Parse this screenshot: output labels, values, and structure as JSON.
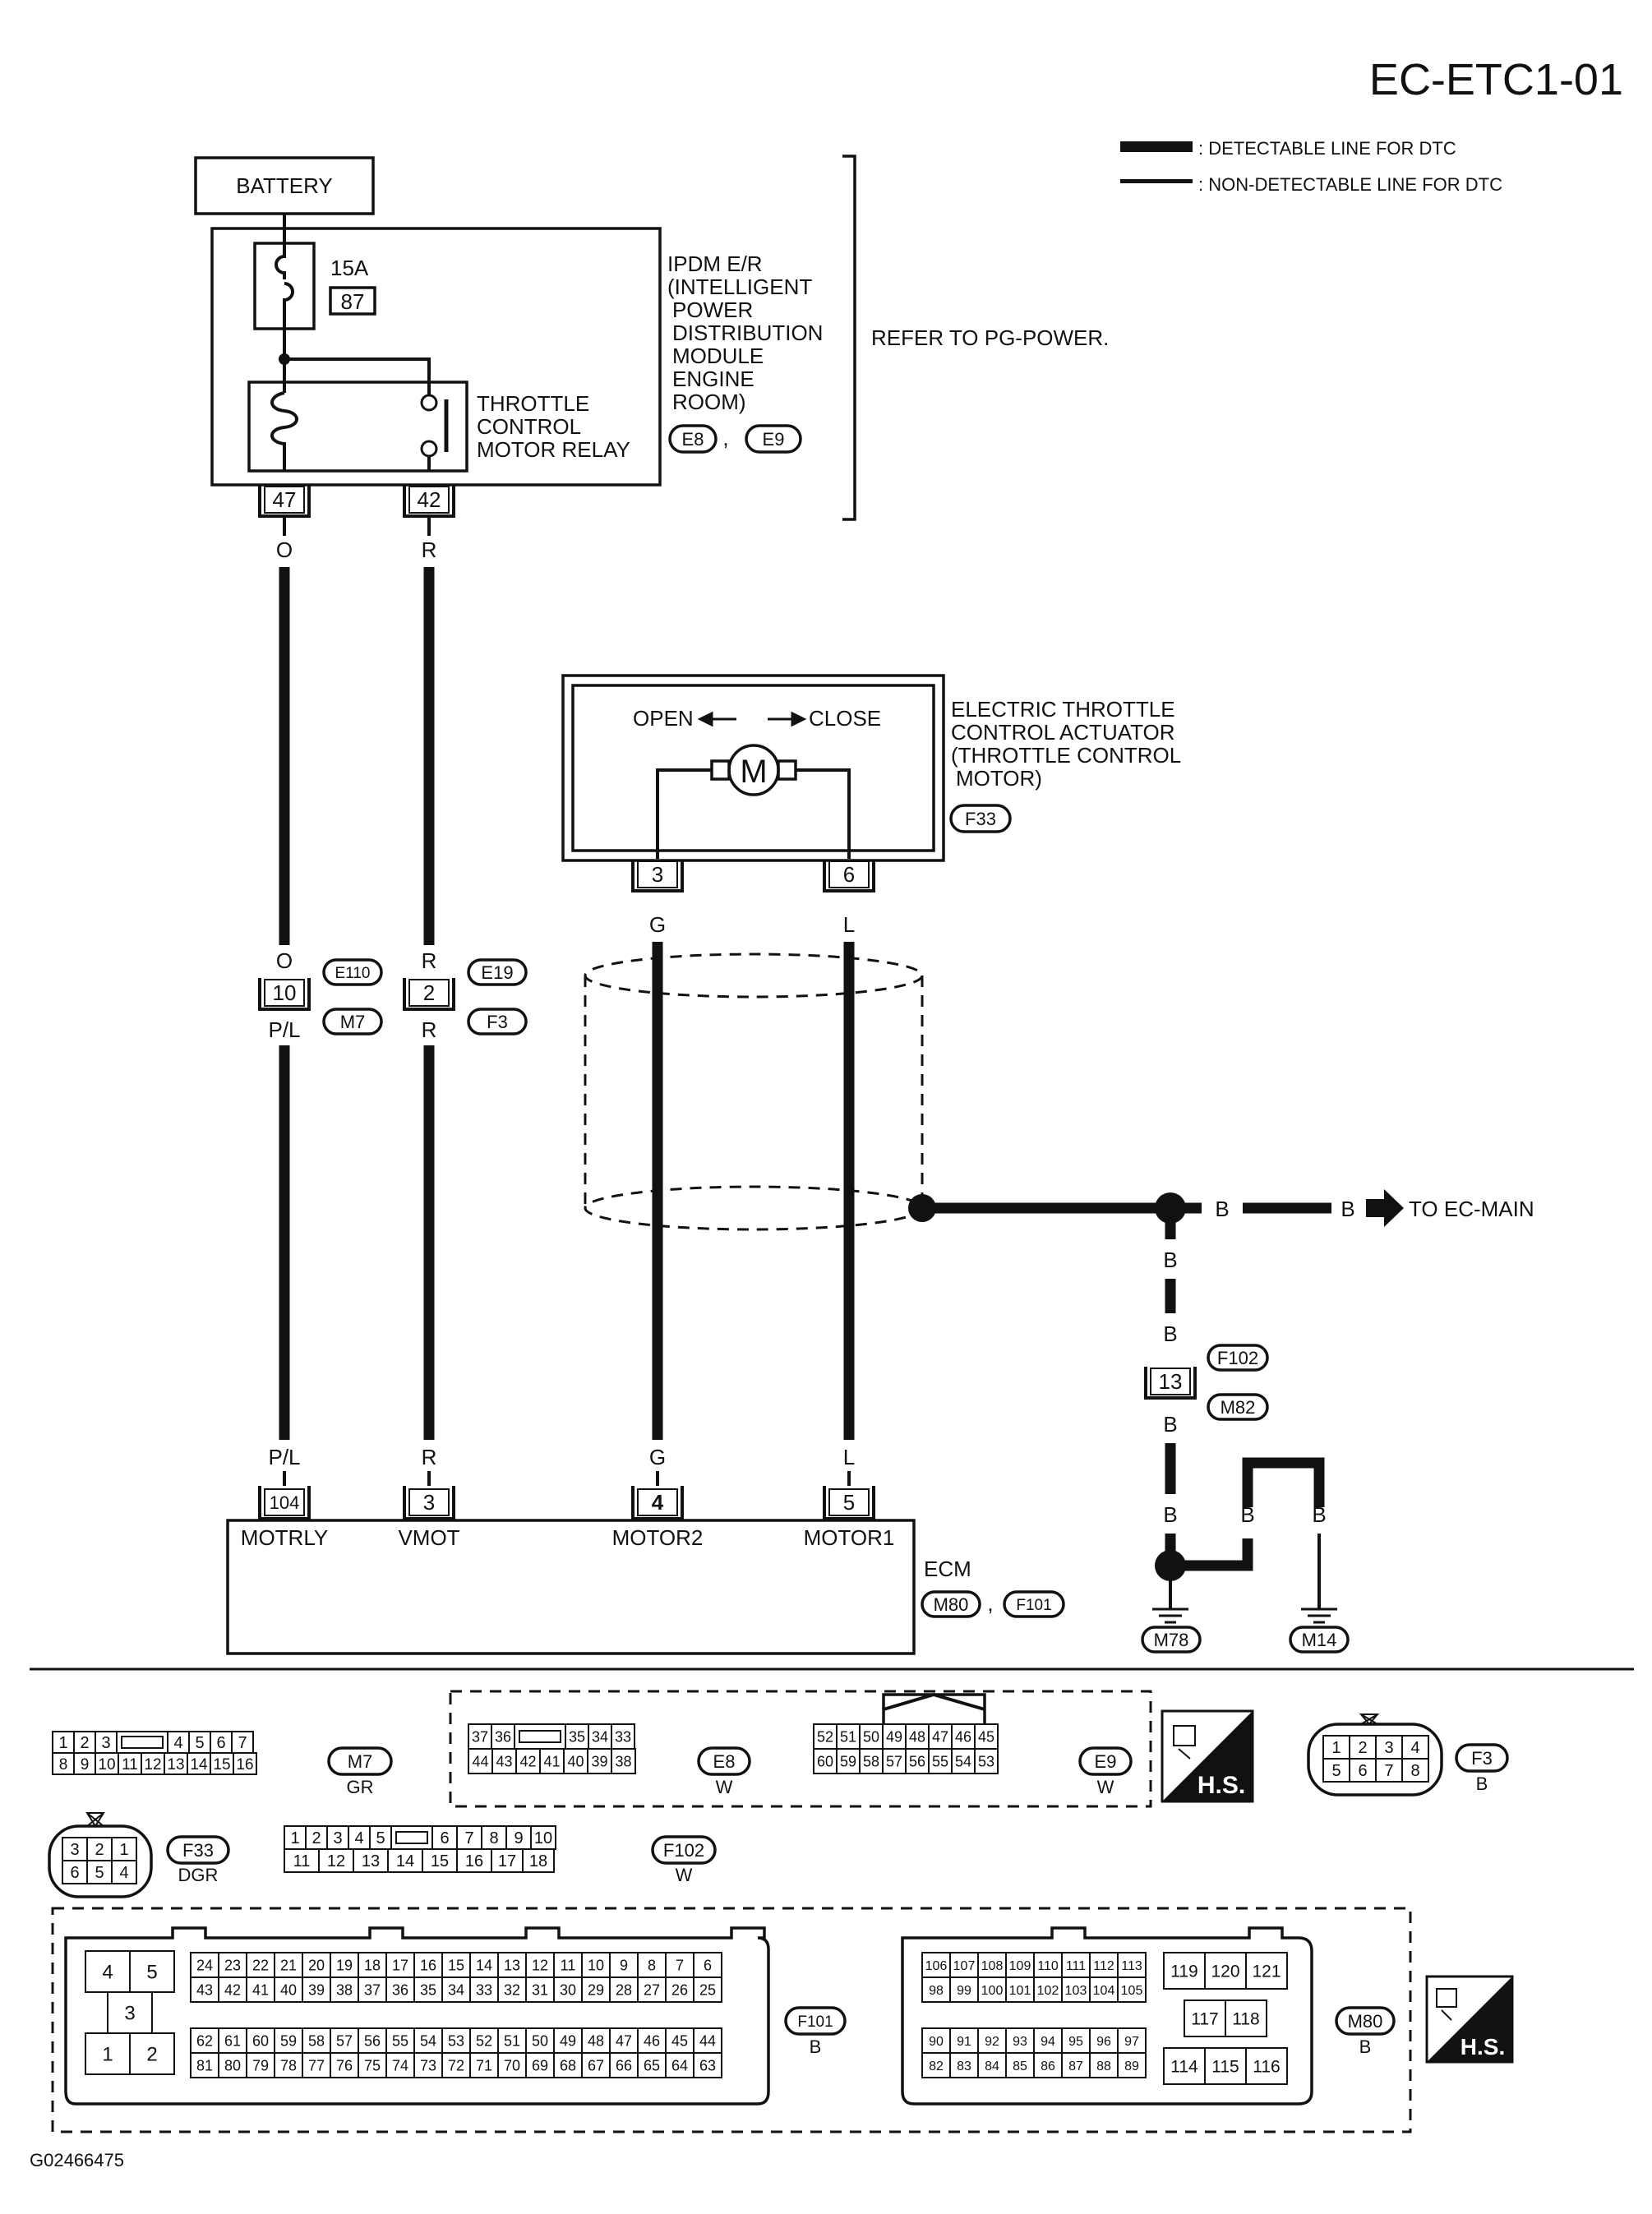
{
  "header": {
    "page_code": "EC-ETC1-01",
    "figure_code": "G02466475"
  },
  "legend": {
    "detectable": ": DETECTABLE LINE FOR DTC",
    "non_detectable": ": NON-DETECTABLE LINE FOR DTC"
  },
  "battery": "BATTERY",
  "fuse": {
    "amp": "15A",
    "num": "87"
  },
  "ipdm": {
    "lines": [
      "IPDM E/R",
      "(INTELLIGENT",
      "POWER",
      "DISTRIBUTION",
      "MODULE",
      "ENGINE",
      "ROOM)"
    ],
    "conn_a": "E8",
    "sep": ",",
    "conn_b": "E9",
    "refer": "REFER TO PG-POWER."
  },
  "relay": {
    "lines": [
      "THROTTLE",
      "CONTROL",
      "MOTOR RELAY"
    ],
    "pin_left": "47",
    "pin_right": "42"
  },
  "actuator": {
    "lines": [
      "ELECTRIC THROTTLE",
      "CONTROL ACTUATOR",
      "(THROTTLE CONTROL",
      "MOTOR)"
    ],
    "conn": "F33",
    "open": "OPEN",
    "close": "CLOSE",
    "motor": "M",
    "pin_left": "3",
    "pin_right": "6"
  },
  "wires": {
    "w1_top": "O",
    "w2_top": "R",
    "w3_top": "G",
    "w4_top": "L",
    "w1_mid_top": "O",
    "w1_mid_bot": "P/L",
    "w2_mid_top": "R",
    "w2_mid_bot": "R",
    "w1_bot": "P/L",
    "w2_bot": "R",
    "w3_bot": "G",
    "w4_bot": "L",
    "b1": "B",
    "b2": "B",
    "b3": "B",
    "b4": "B",
    "b5": "B",
    "b6": "B",
    "b7": "B",
    "b8": "B"
  },
  "joints": {
    "j1": {
      "pin": "10",
      "conn_top": "E110",
      "conn_bot": "M7"
    },
    "j2": {
      "pin": "2",
      "conn_top": "E19",
      "conn_bot": "F3"
    },
    "j3": {
      "pin": "13",
      "conn_top": "F102",
      "conn_bot": "M82"
    }
  },
  "to_main": "TO EC-MAIN",
  "grounds": {
    "g1": "M78",
    "g2": "M14"
  },
  "ecm": {
    "label": "ECM",
    "conn_a": "M80",
    "sep": ",",
    "conn_b": "F101",
    "pins": [
      {
        "num": "104",
        "name": "MOTRLY"
      },
      {
        "num": "3",
        "name": "VMOT"
      },
      {
        "num": "4",
        "name": "MOTOR2"
      },
      {
        "num": "5",
        "name": "MOTOR1"
      }
    ]
  },
  "connectors": {
    "m7": {
      "id": "M7",
      "color": "GR",
      "row1": [
        "1",
        "2",
        "3",
        "",
        "4",
        "5",
        "6",
        "7"
      ],
      "row2": [
        "8",
        "9",
        "10",
        "11",
        "12",
        "13",
        "14",
        "15",
        "16"
      ]
    },
    "e8": {
      "id": "E8",
      "color": "W",
      "row1": [
        "37",
        "36",
        "",
        "35",
        "34",
        "33"
      ],
      "row2": [
        "44",
        "43",
        "42",
        "41",
        "40",
        "39",
        "38"
      ]
    },
    "e9": {
      "id": "E9",
      "color": "W",
      "row1": [
        "52",
        "51",
        "50",
        "49",
        "48",
        "47",
        "46",
        "45"
      ],
      "row2": [
        "60",
        "59",
        "58",
        "57",
        "56",
        "55",
        "54",
        "53"
      ]
    },
    "f3": {
      "id": "F3",
      "color": "B",
      "row1": [
        "1",
        "2",
        "3",
        "4"
      ],
      "row2": [
        "5",
        "6",
        "7",
        "8"
      ]
    },
    "f33": {
      "id": "F33",
      "color": "DGR",
      "row1": [
        "3",
        "2",
        "1"
      ],
      "row2": [
        "6",
        "5",
        "4"
      ]
    },
    "f102": {
      "id": "F102",
      "color": "W",
      "row1": [
        "1",
        "2",
        "3",
        "4",
        "5",
        "",
        "6",
        "7",
        "8",
        "9",
        "10"
      ],
      "row2": [
        "11",
        "12",
        "13",
        "14",
        "15",
        "16",
        "17",
        "18"
      ]
    },
    "f101": {
      "id": "F101",
      "color": "B",
      "left": [
        "4",
        "5",
        "3",
        "1",
        "2"
      ],
      "r1": [
        "24",
        "23",
        "22",
        "21",
        "20",
        "19",
        "18",
        "17",
        "16",
        "15",
        "14",
        "13",
        "12",
        "11",
        "10",
        "9",
        "8",
        "7",
        "6"
      ],
      "r2": [
        "43",
        "42",
        "41",
        "40",
        "39",
        "38",
        "37",
        "36",
        "35",
        "34",
        "33",
        "32",
        "31",
        "30",
        "29",
        "28",
        "27",
        "26",
        "25"
      ],
      "r3": [
        "62",
        "61",
        "60",
        "59",
        "58",
        "57",
        "56",
        "55",
        "54",
        "53",
        "52",
        "51",
        "50",
        "49",
        "48",
        "47",
        "46",
        "45",
        "44"
      ],
      "r4": [
        "81",
        "80",
        "79",
        "78",
        "77",
        "76",
        "75",
        "74",
        "73",
        "72",
        "71",
        "70",
        "69",
        "68",
        "67",
        "66",
        "65",
        "64",
        "63"
      ]
    },
    "m80": {
      "id": "M80",
      "color": "B",
      "r1": [
        "106",
        "107",
        "108",
        "109",
        "110",
        "111",
        "112",
        "113"
      ],
      "r2": [
        "98",
        "99",
        "100",
        "101",
        "102",
        "103",
        "104",
        "105"
      ],
      "r3": [
        "90",
        "91",
        "92",
        "93",
        "94",
        "95",
        "96",
        "97"
      ],
      "r4": [
        "82",
        "83",
        "84",
        "85",
        "86",
        "87",
        "88",
        "89"
      ],
      "right_top": [
        "119",
        "120",
        "121"
      ],
      "right_mid": [
        "117",
        "118"
      ],
      "right_bot": [
        "114",
        "115",
        "116"
      ]
    },
    "hs": "H.S."
  }
}
